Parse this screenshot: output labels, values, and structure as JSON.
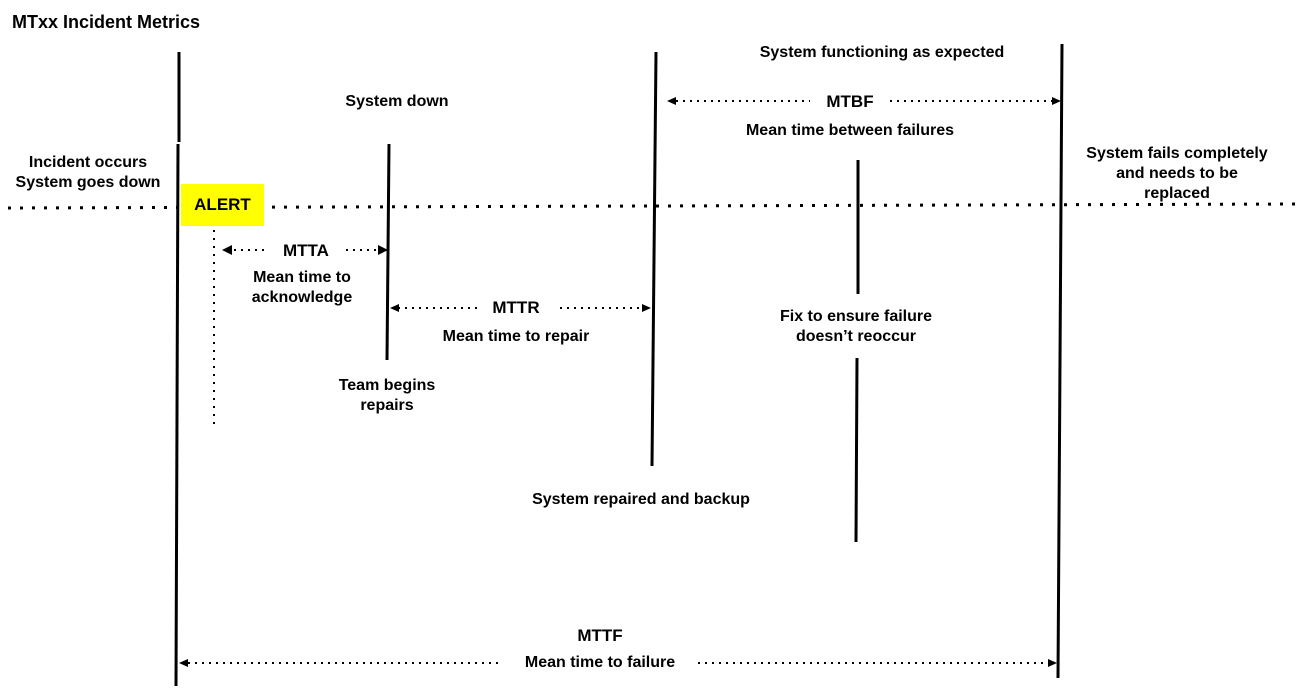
{
  "title": "MTxx Incident Metrics",
  "alert_color": "#ffff00",
  "labels": {
    "incident": "Incident occurs\nSystem goes down",
    "alert": "ALERT",
    "system_down": "System down",
    "team_begins": "Team begins\nrepairs",
    "repaired": "System repaired and backup",
    "functioning": "System functioning as expected",
    "fix": "Fix to ensure failure\ndoesn’t reoccur",
    "fails": "System fails completely\nand needs to be\nreplaced"
  },
  "metrics": {
    "mtta": {
      "abbr": "MTTA",
      "desc": "Mean time to\nacknowledge"
    },
    "mttr": {
      "abbr": "MTTR",
      "desc": "Mean time to repair"
    },
    "mtbf": {
      "abbr": "MTBF",
      "desc": "Mean time between failures"
    },
    "mttf": {
      "abbr": "MTTF",
      "desc": "Mean time to failure"
    }
  }
}
